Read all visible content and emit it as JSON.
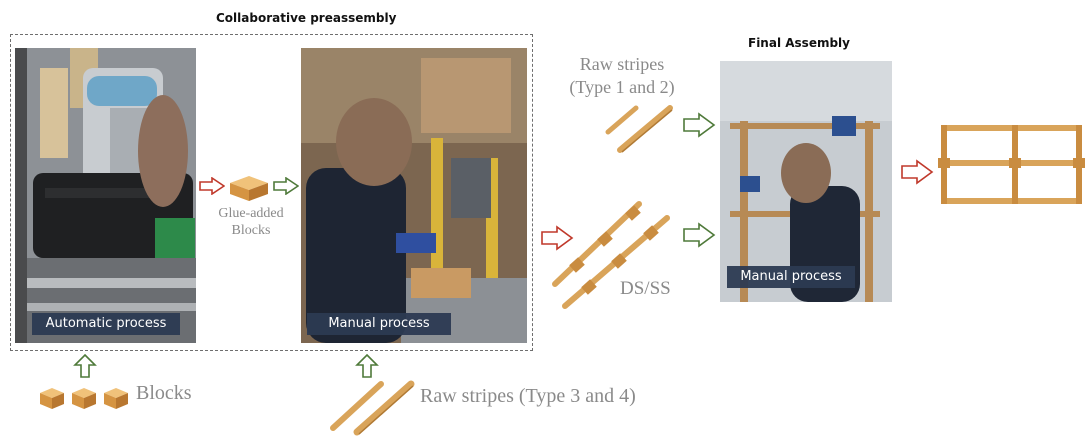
{
  "titles": {
    "preassembly": "Collaborative preassembly",
    "final": "Final Assembly"
  },
  "captions": {
    "automatic": "Automatic process",
    "manual_pre": "Manual process",
    "manual_final": "Manual process"
  },
  "labels": {
    "glue_line1": "Glue-added",
    "glue_line2": "Blocks",
    "raw_stripes_12_line1": "Raw stripes",
    "raw_stripes_12_line2": "(Type 1 and 2)",
    "ds_ss": "DS/SS",
    "blocks": "Blocks",
    "raw_stripes_34": "Raw stripes (Type 3 and 4)"
  },
  "colors": {
    "red_arrow": "#c0392b",
    "green_arrow": "#4f7a3a",
    "wood": "#d9a45a",
    "caption_bg": "#2c3a52"
  }
}
